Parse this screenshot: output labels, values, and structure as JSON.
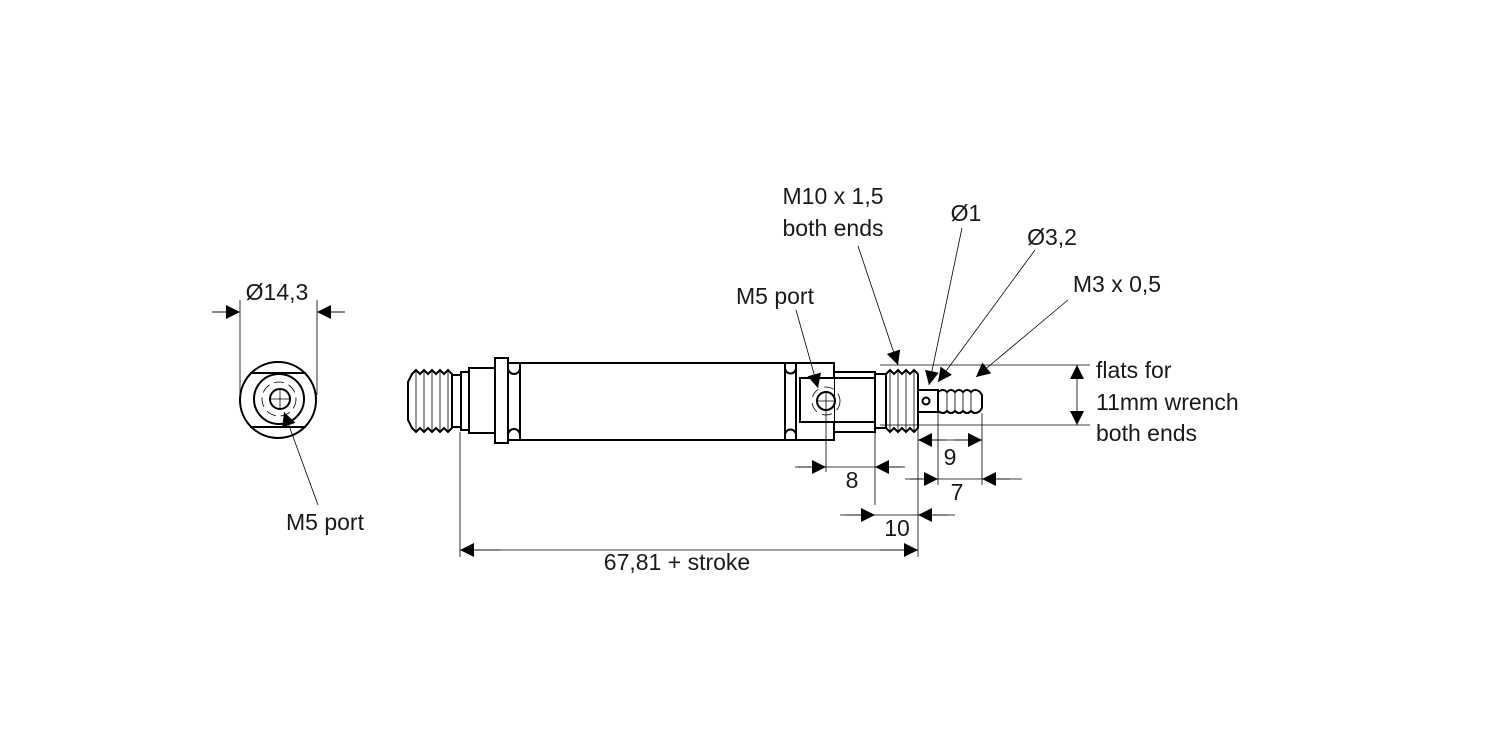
{
  "end_view": {
    "diameter_label": "Ø14,3",
    "port_label": "M5 port"
  },
  "side_view": {
    "port_label": "M5 port",
    "thread_label_line1": "M10 x 1,5",
    "thread_label_line2": "both ends",
    "rod_hole_label": "Ø1",
    "rod_diameter_label": "Ø3,2",
    "rod_thread_label": "M3 x 0,5",
    "flats_line1": "flats for",
    "flats_line2": "11mm wrench",
    "flats_line3": "both ends"
  },
  "dimensions": {
    "overall": "67,81 + stroke",
    "d10": "10",
    "d8": "8",
    "d9": "9",
    "d7": "7"
  }
}
